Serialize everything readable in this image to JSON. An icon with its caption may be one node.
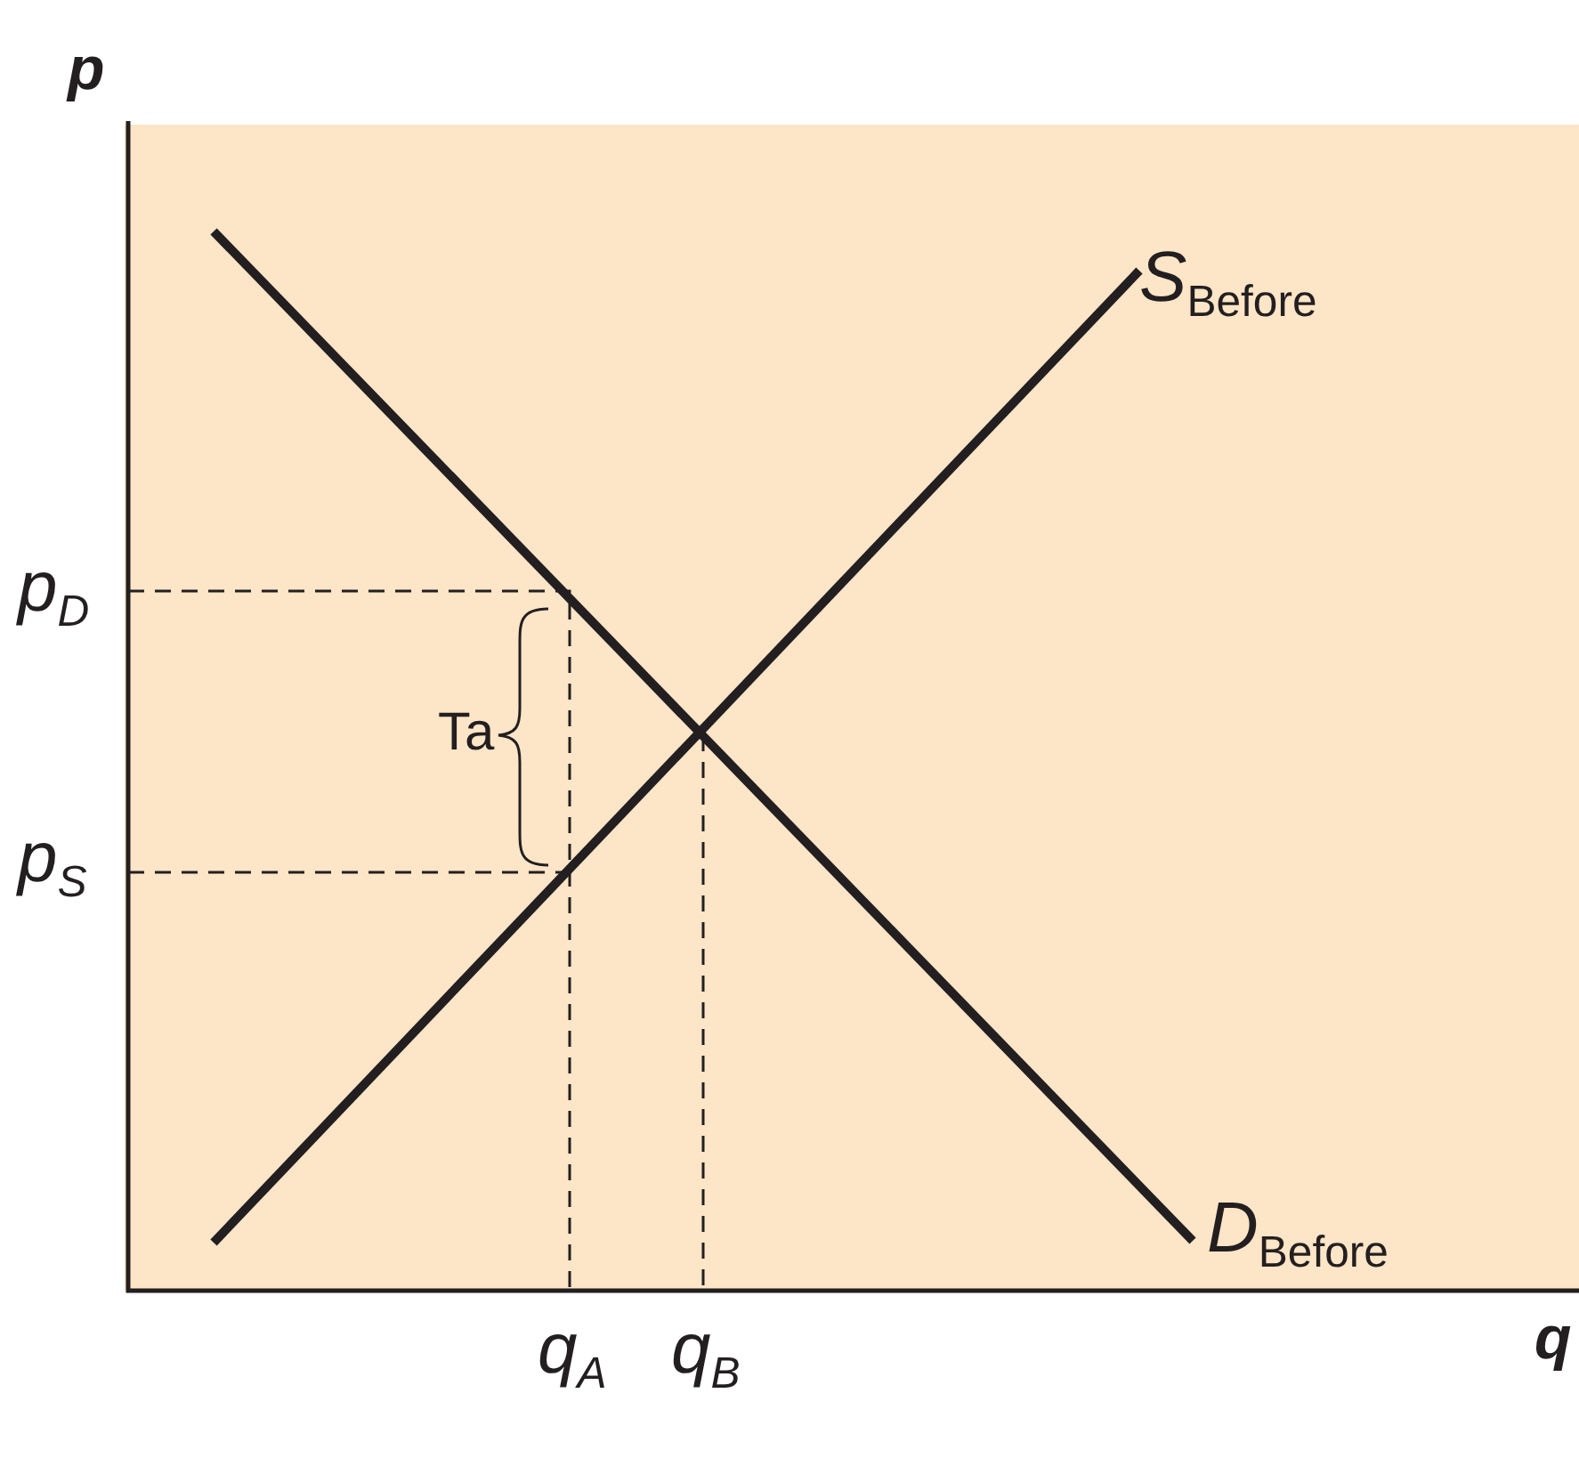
{
  "diagram": {
    "labels": [
      "p",
      "S$_{Before}$",
      "p$_{D}$",
      "Ta",
      "p$_{S}$",
      "D$_{Before}$",
      "q",
      "q$_{A}$",
      "q$_{B}$"
    ]
  }
}
